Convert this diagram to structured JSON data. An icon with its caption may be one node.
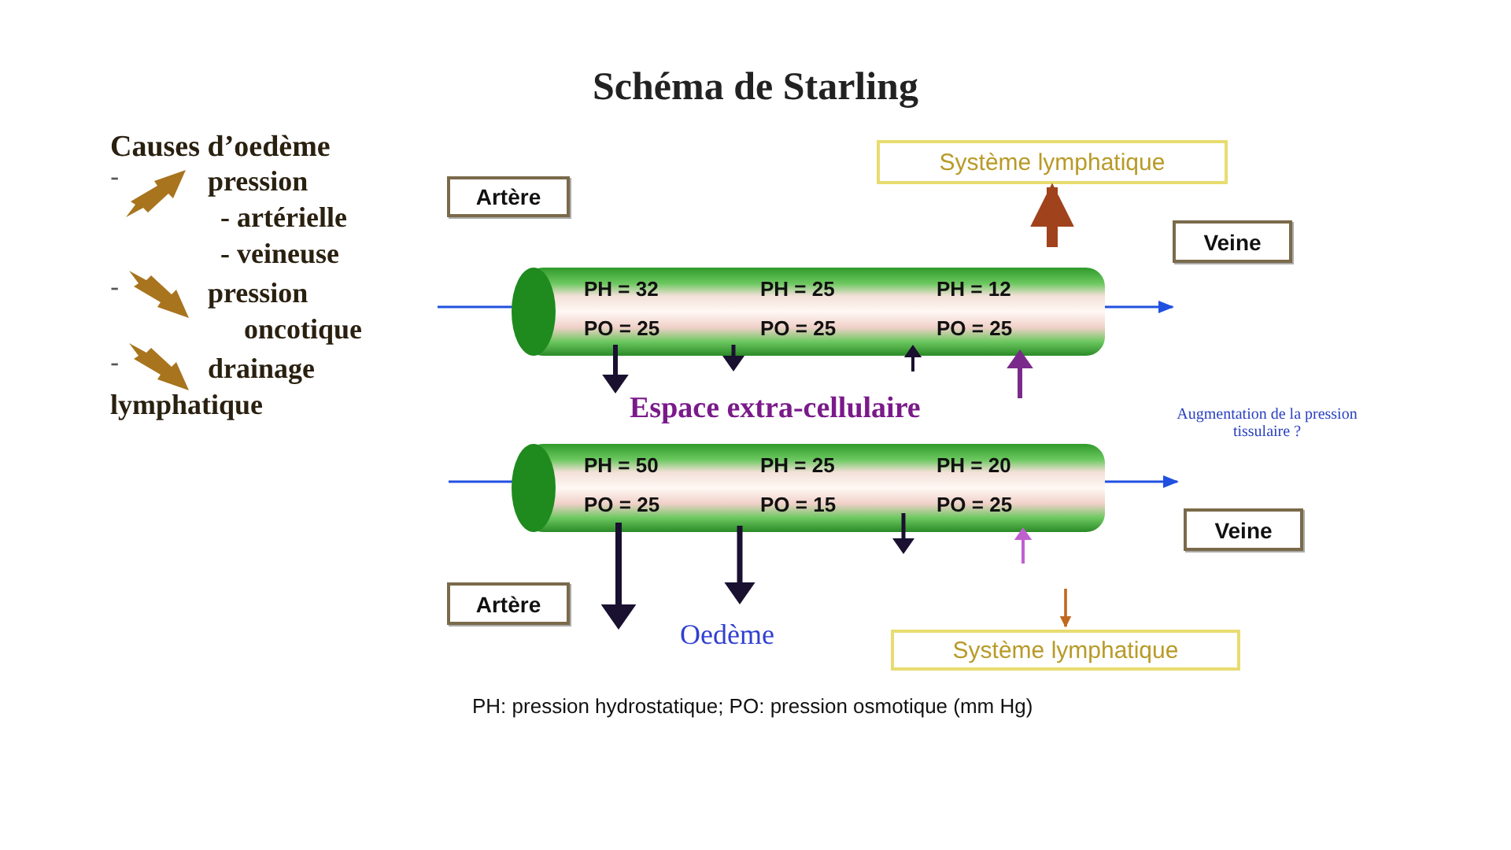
{
  "diagram": {
    "title": "Schéma de Starling",
    "nodes": [
      {
        "text": [
          "Artère"
        ]
      },
      {
        "text": [
          "Système lymphatique"
        ]
      },
      {
        "text": [
          "Veine"
        ]
      },
      {
        "text": [
          "PH = 32",
          "PH = 25",
          "PH = 12",
          "PO = 25",
          "PO = 25",
          "PO = 25"
        ]
      },
      {
        "text": [
          "Artère"
        ]
      },
      {
        "text": [
          "PH = 50",
          "PH = 25",
          "PH = 20",
          "PO = 25",
          "PO = 15",
          "PO = 25"
        ]
      },
      {
        "text": [
          "Veine"
        ]
      },
      {
        "text": [
          "Système lymphatique"
        ]
      }
    ],
    "edges": [
      {
        "from": null,
        "to": 1,
        "arrow": "to",
        "style": "thick",
        "color": "#a0421c"
      },
      {
        "from": null,
        "to": 7,
        "arrow": "to",
        "color": "#c0681e"
      }
    ],
    "labels": [
      "Causes d’oedème",
      "-",
      "pression",
      "- artérielle",
      "- veineuse",
      "-",
      "pression",
      "oncotique",
      "-",
      "drainage",
      "lymphatique",
      "Espace extra-cellulaire",
      "Augmentation de la pression tissulaire ?",
      "Oedème"
    ],
    "caption": "PH: pression hydrostatique; PO: pression osmotique (mm Hg)"
  }
}
